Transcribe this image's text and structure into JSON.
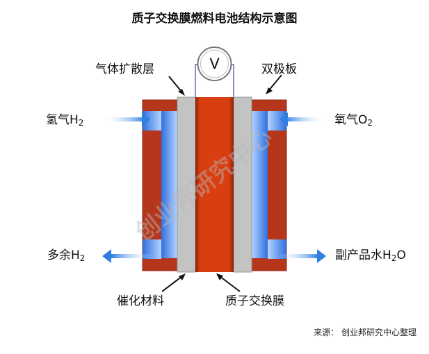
{
  "title": "质子交换膜燃料电池结构示意图",
  "labels": {
    "gas_diffusion_layer": "气体扩散层",
    "bipolar_plate": "双极板",
    "hydrogen_in_text": "氢气H",
    "hydrogen_in_sub": "2",
    "oxygen_in_text": "氧气O",
    "oxygen_in_sub": "2",
    "excess_h2_text": "多余H",
    "excess_h2_sub": "2",
    "byproduct_text": "副产品水H",
    "byproduct_sub": "2",
    "byproduct_tail": "O",
    "catalyst_material": "催化材料",
    "pem": "质子交换膜",
    "voltmeter": "V"
  },
  "watermark": "创业邦研究中心",
  "source": "来源： 创业邦研究中心整理",
  "colors": {
    "bipolar_plate": "#b5361a",
    "flow_channel": "#4f8fe8",
    "gas_diffusion_layer": "#c3c3c3",
    "membrane": "#d93e10",
    "membrane_edge": "#8a1f08",
    "arrow": "#2f7fe0",
    "wire": "#3a48a0"
  }
}
